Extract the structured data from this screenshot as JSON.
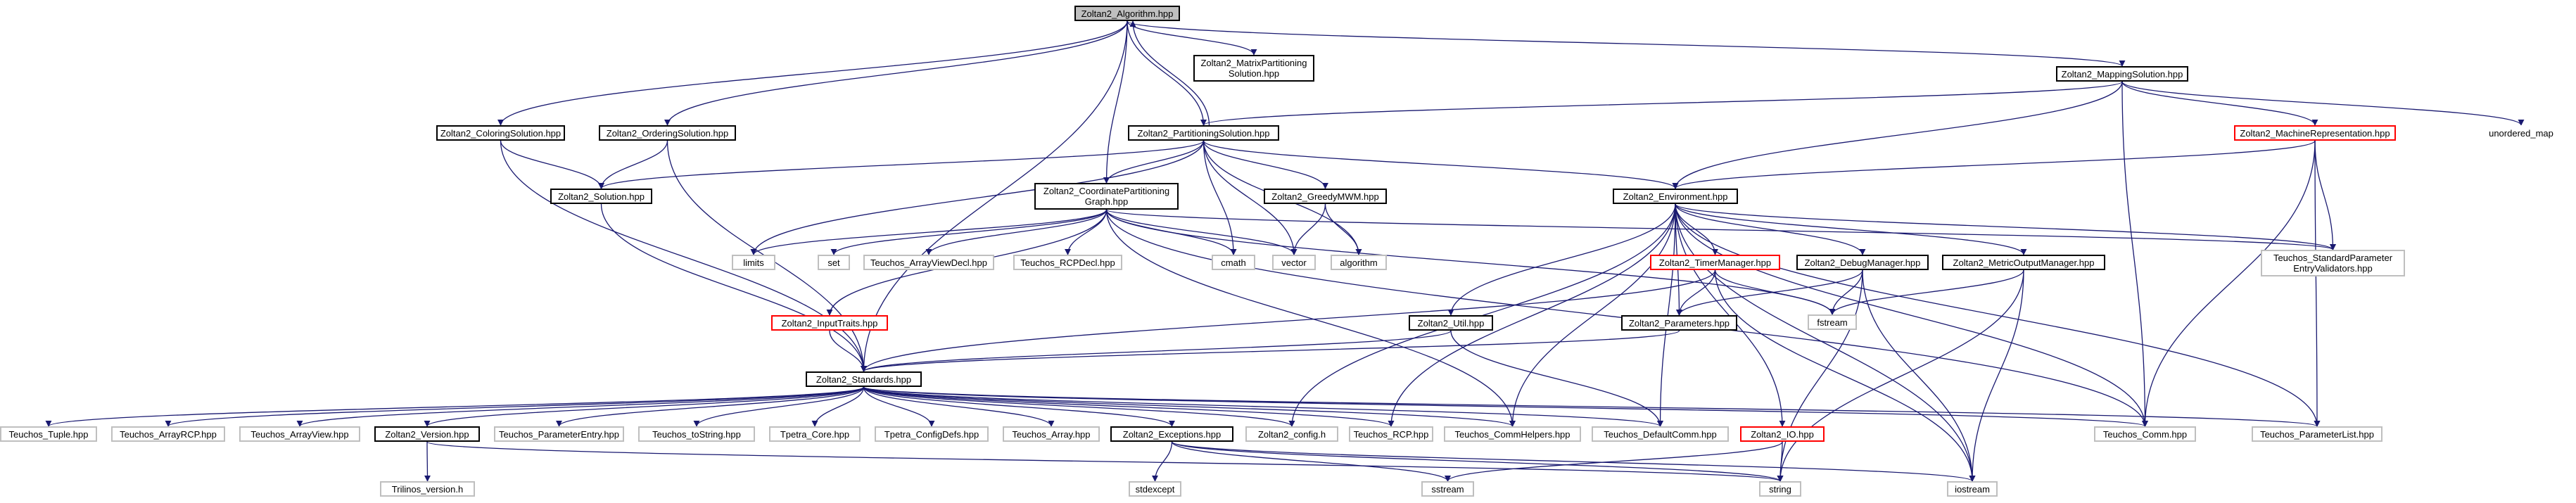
{
  "colors": {
    "edge": "#191970",
    "node_border": "#000000",
    "node_grey_border": "#bfbfbf",
    "node_red_border": "#ff0000",
    "root_fill": "#bfbfbf"
  },
  "nodes": {
    "algorithm": "Zoltan2_Algorithm.hpp",
    "matrixpart": "Zoltan2_MatrixPartitioning\nSolution.hpp",
    "mapping": "Zoltan2_MappingSolution.hpp",
    "coloring": "Zoltan2_ColoringSolution.hpp",
    "ordering": "Zoltan2_OrderingSolution.hpp",
    "partitioning": "Zoltan2_PartitioningSolution.hpp",
    "machine": "Zoltan2_MachineRepresentation.hpp",
    "unordered_map": "unordered_map",
    "solution": "Zoltan2_Solution.hpp",
    "coordgraph": "Zoltan2_CoordinatePartitioning\nGraph.hpp",
    "greedy": "Zoltan2_GreedyMWM.hpp",
    "environment": "Zoltan2_Environment.hpp",
    "stdparam": "Teuchos_StandardParameter\nEntryValidators.hpp",
    "limits": "limits",
    "set": "set",
    "arrayviewdecl": "Teuchos_ArrayViewDecl.hpp",
    "rcpdecl": "Teuchos_RCPDecl.hpp",
    "cmath": "cmath",
    "vector": "vector",
    "algo": "algorithm",
    "timer": "Zoltan2_TimerManager.hpp",
    "debug": "Zoltan2_DebugManager.hpp",
    "metric": "Zoltan2_MetricOutputManager.hpp",
    "fstream": "fstream",
    "inputtraits": "Zoltan2_InputTraits.hpp",
    "util": "Zoltan2_Util.hpp",
    "parameters": "Zoltan2_Parameters.hpp",
    "standards": "Zoltan2_Standards.hpp",
    "tuple": "Teuchos_Tuple.hpp",
    "arrayrcp": "Teuchos_ArrayRCP.hpp",
    "arrayview": "Teuchos_ArrayView.hpp",
    "version": "Zoltan2_Version.hpp",
    "paramentry": "Teuchos_ParameterEntry.hpp",
    "tostring": "Teuchos_toString.hpp",
    "tpetracore": "Tpetra_Core.hpp",
    "tpetraconfig": "Tpetra_ConfigDefs.hpp",
    "array": "Teuchos_Array.hpp",
    "exceptions": "Zoltan2_Exceptions.hpp",
    "config": "Zoltan2_config.h",
    "rcp": "Teuchos_RCP.hpp",
    "commhelpers": "Teuchos_CommHelpers.hpp",
    "defaultcomm": "Teuchos_DefaultComm.hpp",
    "io": "Zoltan2_IO.hpp",
    "comm": "Teuchos_Comm.hpp",
    "paramlist": "Teuchos_ParameterList.hpp",
    "trilinos": "Trilinos_version.h",
    "stdexcept": "stdexcept",
    "sstream": "sstream",
    "string": "string",
    "iostream": "iostream"
  }
}
